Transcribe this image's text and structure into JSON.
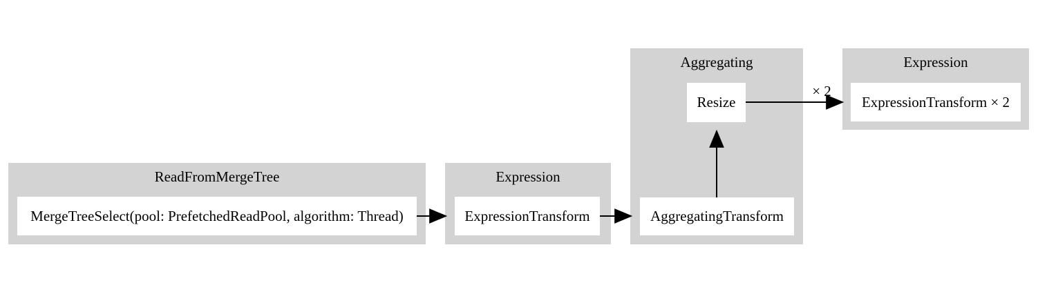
{
  "colors": {
    "background": "#ffffff",
    "cluster_fill": "#d3d3d3",
    "node_fill": "#ffffff",
    "text": "#000000",
    "edge": "#000000"
  },
  "clusters": [
    {
      "title": "ReadFromMergeTree",
      "nodes": [
        {
          "label": "MergeTreeSelect(pool: PrefetchedReadPool, algorithm: Thread)"
        }
      ]
    },
    {
      "title": "Expression",
      "nodes": [
        {
          "label": "ExpressionTransform"
        }
      ]
    },
    {
      "title": "Aggregating",
      "nodes": [
        {
          "label": "Resize"
        },
        {
          "label": "AggregatingTransform"
        }
      ]
    },
    {
      "title": "Expression",
      "nodes": [
        {
          "label": "ExpressionTransform × 2"
        }
      ]
    }
  ],
  "edges": [
    {
      "from": "MergeTreeSelect(pool: PrefetchedReadPool, algorithm: Thread)",
      "to": "ExpressionTransform",
      "label": ""
    },
    {
      "from": "ExpressionTransform",
      "to": "AggregatingTransform",
      "label": ""
    },
    {
      "from": "AggregatingTransform",
      "to": "Resize",
      "label": ""
    },
    {
      "from": "Resize",
      "to": "ExpressionTransform × 2",
      "label": "× 2"
    }
  ]
}
